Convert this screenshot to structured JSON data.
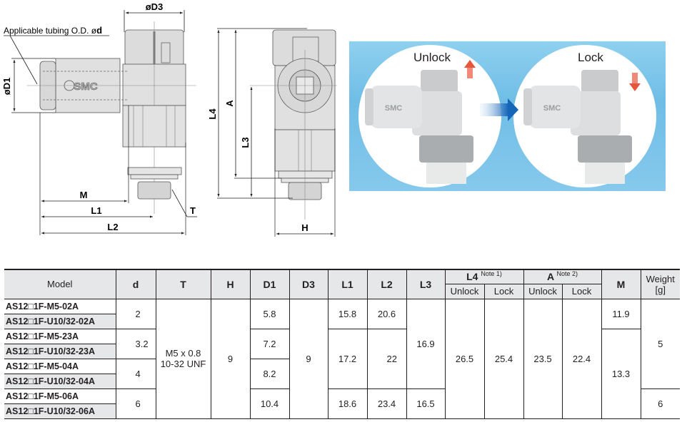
{
  "drawing_labels": {
    "tubing_callout": "Applicable tubing O.D. ød",
    "tubing_callout_plain": "Applicable tubing O.D. ø",
    "tubing_callout_bold": "d",
    "D1": "øD1",
    "D3": "øD3",
    "M": "M",
    "L1": "L1",
    "L2": "L2",
    "T": "T",
    "L4": "L4",
    "A": "A",
    "L3": "L3",
    "H": "H",
    "logo": "SMC"
  },
  "photo": {
    "left_label": "Unlock",
    "right_label": "Lock",
    "logo": "SMC",
    "arrow_up_color": "#e8553d",
    "arrow_down_color": "#e8553d",
    "transition_arrow_color": "#1565b8"
  },
  "table": {
    "headers": {
      "model": "Model",
      "d": "d",
      "T": "T",
      "H": "H",
      "D1": "D1",
      "D3": "D3",
      "L1": "L1",
      "L2": "L2",
      "L3": "L3",
      "L4": "L4",
      "L4_note": "Note 1)",
      "A": "A",
      "A_note": "Note 2)",
      "M": "M",
      "weight": "Weight",
      "weight_unit": "[g]",
      "unlock": "Unlock",
      "lock": "Lock"
    },
    "models": [
      "AS12□1F-M5-02A",
      "AS12□1F-U10/32-02A",
      "AS12□1F-M5-23A",
      "AS12□1F-U10/32-23A",
      "AS12□1F-M5-04A",
      "AS12□1F-U10/32-04A",
      "AS12□1F-M5-06A",
      "AS12□1F-U10/32-06A"
    ],
    "d": [
      "2",
      "3.2",
      "4",
      "6"
    ],
    "T": [
      "M5 x 0.8",
      "10-32 UNF"
    ],
    "H": "9",
    "D1": [
      "5.8",
      "7.2",
      "8.2",
      "10.4"
    ],
    "D3": "9",
    "L1": [
      "15.8",
      "17.2",
      "18.6"
    ],
    "L2": [
      "20.6",
      "22",
      "23.4"
    ],
    "L3": [
      "16.9",
      "16.5"
    ],
    "L4_unlock": "26.5",
    "L4_lock": "25.4",
    "A_unlock": "23.5",
    "A_lock": "22.4",
    "M": [
      "11.9",
      "13.3"
    ],
    "weight": [
      "5",
      "6"
    ]
  }
}
